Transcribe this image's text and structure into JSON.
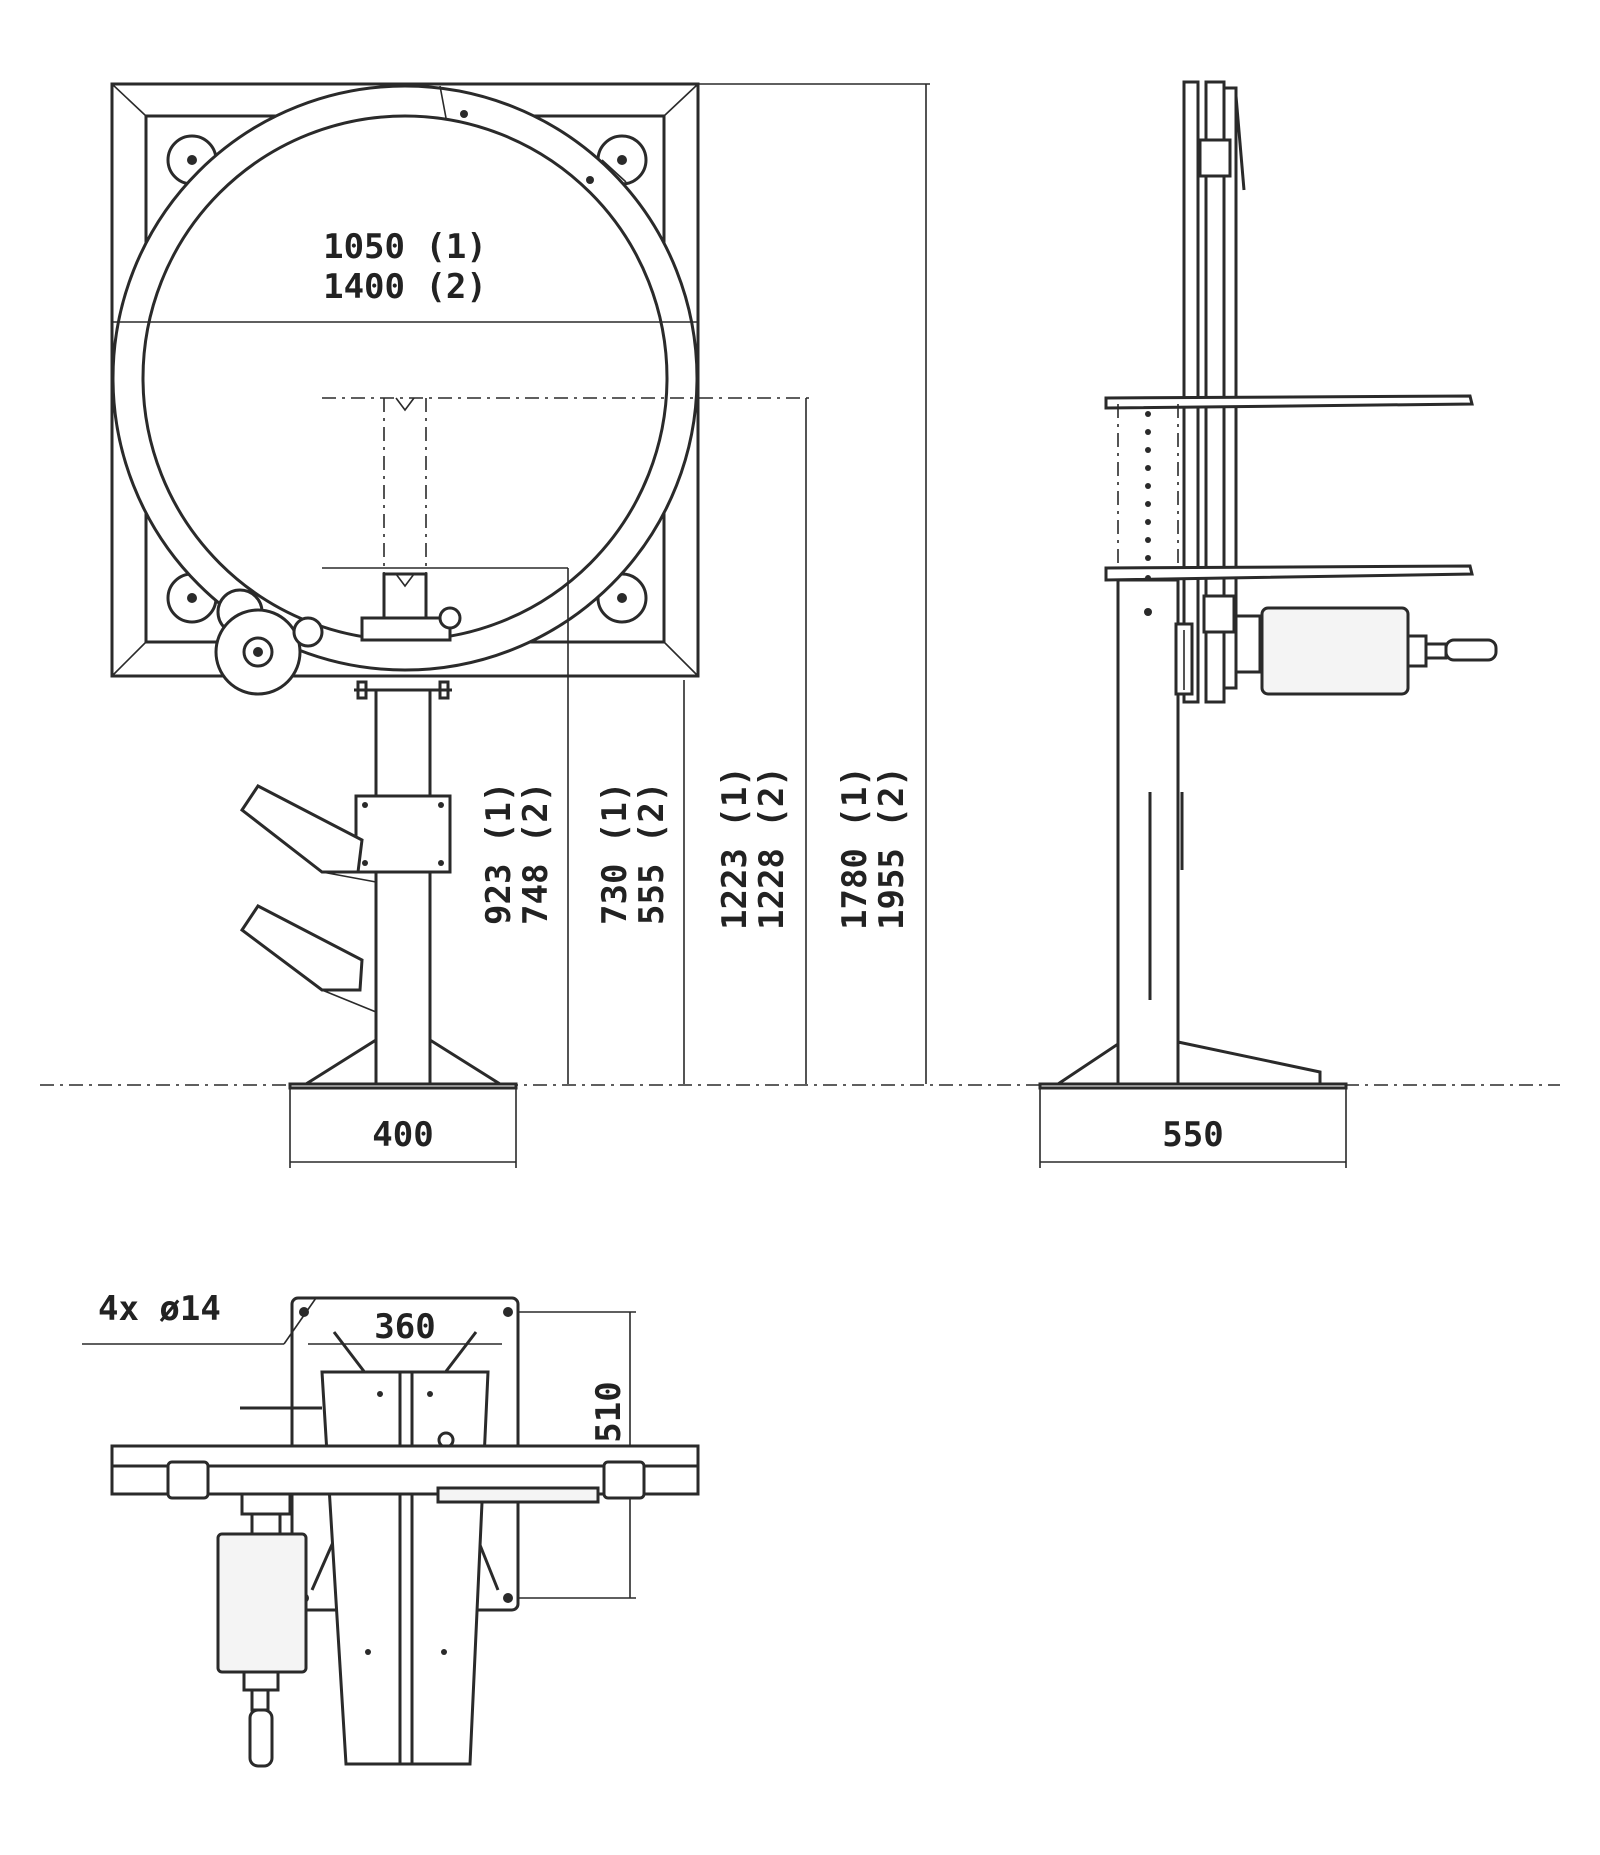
{
  "front_view": {
    "diameter_label_1": "1050  (1)",
    "diameter_label_2": "1400  (2)",
    "dim_a_1": "923 (1)",
    "dim_a_2": "748 (2)",
    "dim_b_1": "730 (1)",
    "dim_b_2": "555 (2)",
    "dim_c_1": "1223 (1)",
    "dim_c_2": "1228 (2)",
    "dim_d_1": "1780 (1)",
    "dim_d_2": "1955 (2)",
    "base_width": "400"
  },
  "side_view": {
    "base_depth": "550"
  },
  "top_view": {
    "holes_label": "4x ø14",
    "width_label": "360",
    "depth_label": "510"
  }
}
